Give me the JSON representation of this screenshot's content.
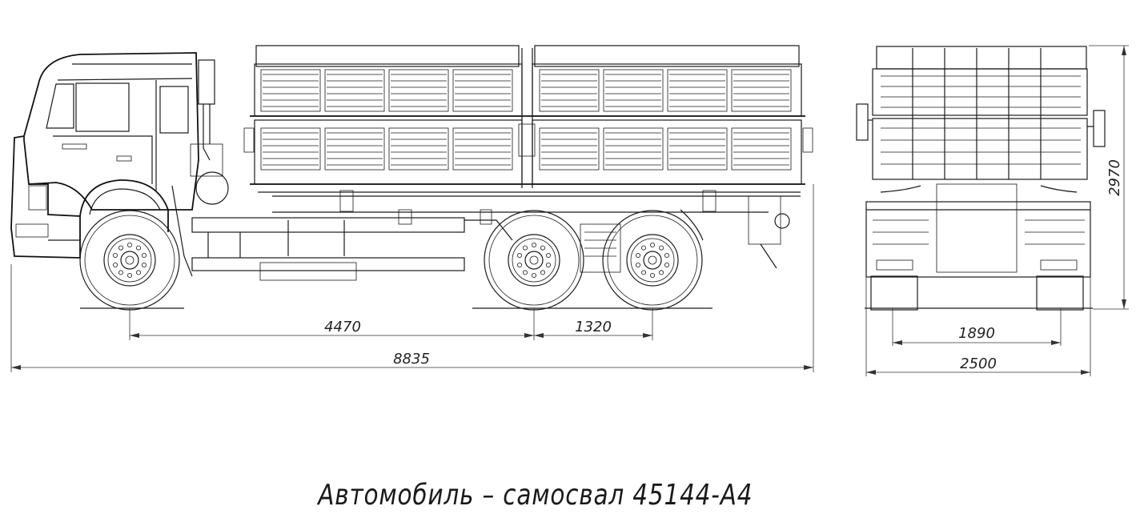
{
  "caption": "Автомобиль – самосвал 45144-А4",
  "dimensions": {
    "wheelbase_front": "4470",
    "wheelbase_rear": "1320",
    "overall_length": "8835",
    "track": "1890",
    "overall_width": "2500",
    "overall_height": "2970"
  }
}
